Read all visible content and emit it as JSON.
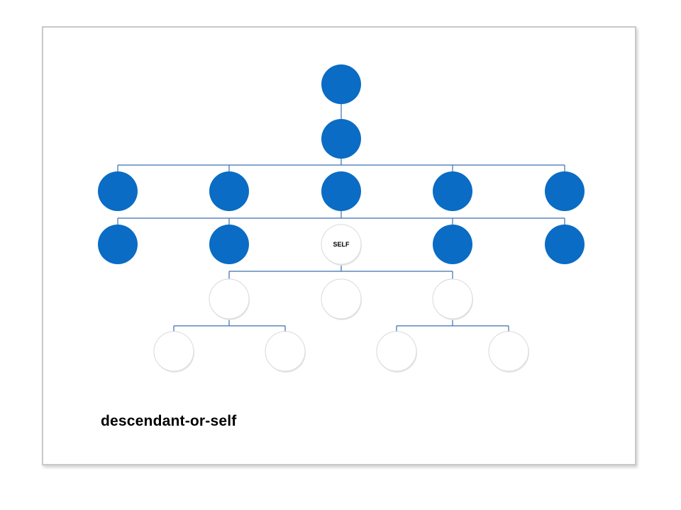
{
  "diagram": {
    "caption": "descendant-or-self",
    "self_label": "SELF",
    "colors": {
      "filled_node": "#0A6CC4",
      "empty_node_fill": "#ffffff",
      "empty_node_stroke": "#d9d9d9",
      "connector": "#3a6fb0"
    },
    "nodes": [
      {
        "id": "root",
        "state": "filled"
      },
      {
        "id": "parent",
        "state": "filled"
      },
      {
        "id": "sib-1",
        "state": "filled"
      },
      {
        "id": "sib-2",
        "state": "filled"
      },
      {
        "id": "sib-3",
        "state": "filled"
      },
      {
        "id": "sib-4",
        "state": "filled"
      },
      {
        "id": "sib-5",
        "state": "filled"
      },
      {
        "id": "row3-1",
        "state": "filled"
      },
      {
        "id": "row3-2",
        "state": "filled"
      },
      {
        "id": "self",
        "state": "self"
      },
      {
        "id": "row3-4",
        "state": "filled"
      },
      {
        "id": "row3-5",
        "state": "filled"
      },
      {
        "id": "child-1",
        "state": "empty"
      },
      {
        "id": "child-2",
        "state": "empty"
      },
      {
        "id": "child-3",
        "state": "empty"
      },
      {
        "id": "grandchild-1",
        "state": "empty"
      },
      {
        "id": "grandchild-2",
        "state": "empty"
      },
      {
        "id": "grandchild-3",
        "state": "empty"
      },
      {
        "id": "grandchild-4",
        "state": "empty"
      }
    ]
  }
}
